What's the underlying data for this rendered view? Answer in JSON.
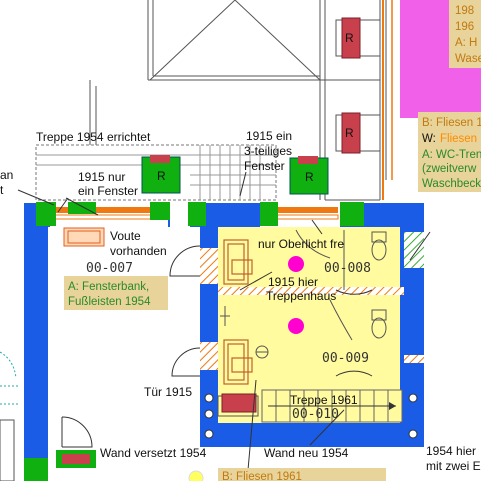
{
  "labels": {
    "treppe_1954": "Treppe 1954 errichtet",
    "ein_1915_line1": "1915 ein",
    "ein_1915_line2": "3-teiliges",
    "ein_1915_line3": "Fenster",
    "nur_fenster_line1": "1915 nur",
    "nur_fenster_line2": "ein Fenster",
    "left_cut_line1": "an",
    "left_cut_line2": "t",
    "voute_line1": "Voute",
    "voute_line2": "vorhanden",
    "room_007": "00-007",
    "room_008": "00-008",
    "room_009": "00-009",
    "room_010": "00-010",
    "nur_oberlicht": "nur Oberlicht fre",
    "treppenhaus_line1": "1915 hier",
    "treppenhaus_line2": "Treppenhaus",
    "tuer_1915": "Tür 1915",
    "treppe_1961": "Treppe 1961",
    "wand_versetzt": "Wand versetzt 1954",
    "wand_neu": "Wand neu 1954",
    "hier_1954_line1": "1954 hier",
    "hier_1954_line2": "mit zwei E",
    "radiator": "R"
  },
  "notes": {
    "fensterbank_line1": "A: Fensterbank,",
    "fensterbank_line2": "Fußleisten 1954",
    "fliesen_1961": "B: Fliesen 1961",
    "right_b": "B: Fliesen 1",
    "right_w_prefix": "W:",
    "right_w_value": "Fliesen",
    "right_a": "A: WC-Tren",
    "right_a2": "(zweitverw",
    "right_a3": "Waschbeck",
    "top_right_1": "198",
    "top_right_2": "196",
    "top_right_3": "A: H",
    "top_right_4": "Wase"
  },
  "colors": {
    "wall_blue": "#1a5ce6",
    "room_yellow": "#fffb9e",
    "green": "#10b010",
    "orange": "#f07810",
    "red_radiator": "#c8404c",
    "magenta": "#f060e8",
    "dot_magenta": "#ff00d0",
    "note_bg": "#e8d39a",
    "note_text": "#2a8a2a",
    "note_orange_text": "#ff8c00"
  }
}
